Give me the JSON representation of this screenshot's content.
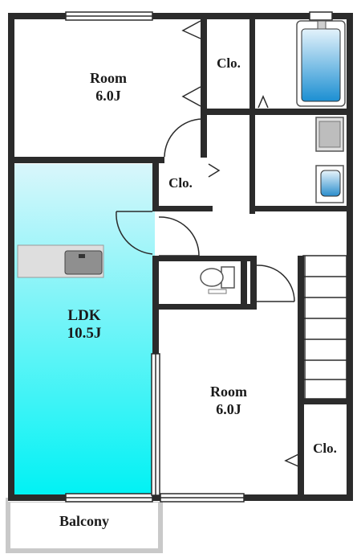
{
  "rooms": {
    "room_top": {
      "name": "Room",
      "size": "6.0J"
    },
    "ldk": {
      "name": "LDK",
      "size": "10.5J"
    },
    "room_bottom": {
      "name": "Room",
      "size": "6.0J"
    },
    "balcony": {
      "name": "Balcony"
    },
    "closet_top": {
      "name": "Clo."
    },
    "closet_mid": {
      "name": "Clo."
    },
    "closet_bottom": {
      "name": "Clo."
    }
  },
  "colors": {
    "wall": "#2b2b2b",
    "ldk_gradient_top": "#d9f6fb",
    "ldk_gradient_bottom": "#00f2f4",
    "bath_top": "#e3f2fb",
    "bath_bottom": "#1c8fd2",
    "balcony_rail": "#c9c9c9",
    "kitchen_counter": "#dedede",
    "sink": "#8f8f8f"
  }
}
